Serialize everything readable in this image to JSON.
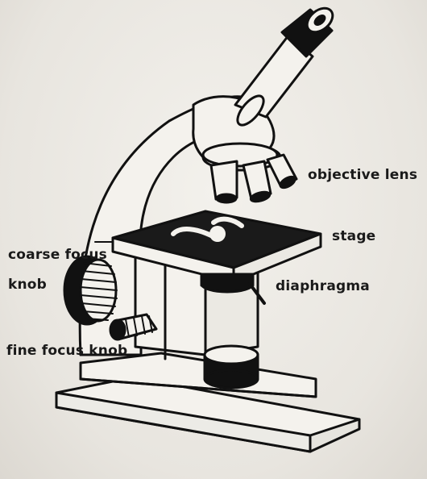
{
  "labels": {
    "objective_lens": "objective lens",
    "stage": "stage",
    "diaphragma": "diaphragma",
    "coarse_focus_line1": "coarse focus",
    "coarse_focus_line2": "knob",
    "fine_focus": "fine focus knob"
  },
  "colors": {
    "background": "#ece9e3",
    "ink": "#111111",
    "paper": "#f4f2ed",
    "stage_fill": "#1a1a1a"
  }
}
